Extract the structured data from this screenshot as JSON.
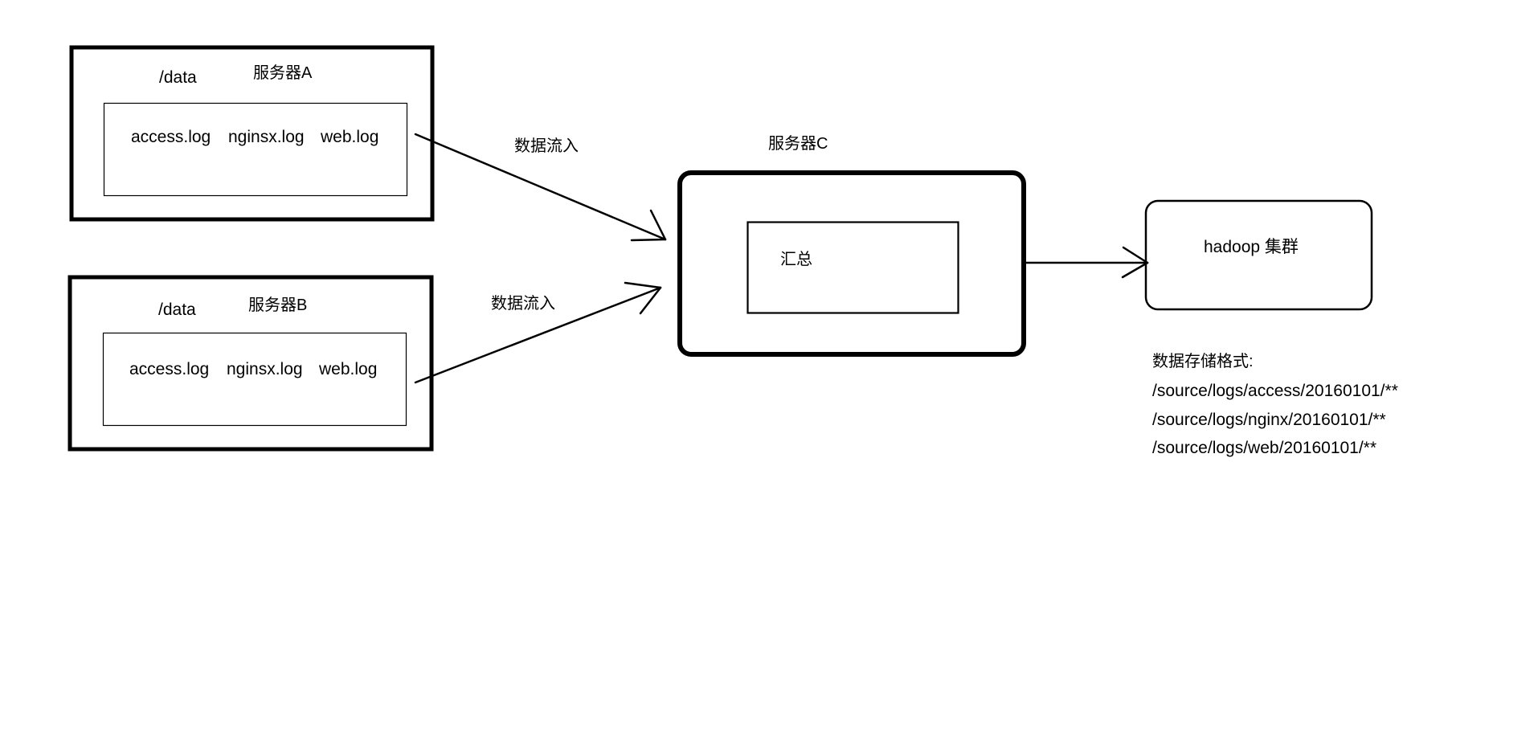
{
  "server_a": {
    "path_label": "/data",
    "title": "服务器A",
    "files": [
      "access.log",
      "nginsx.log",
      "web.log"
    ]
  },
  "server_b": {
    "path_label": "/data",
    "title": "服务器B",
    "files": [
      "access.log",
      "nginsx.log",
      "web.log"
    ]
  },
  "flow_a_label": "数据流入",
  "flow_b_label": "数据流入",
  "server_c": {
    "title": "服务器C",
    "inner_label": "汇总"
  },
  "hadoop": {
    "label": "hadoop 集群"
  },
  "storage_format": {
    "title": "数据存储格式:",
    "paths": [
      "/source/logs/access/20160101/**",
      "/source/logs/nginx/20160101/**",
      "/source/logs/web/20160101/**"
    ]
  },
  "colors": {
    "stroke": "#000000",
    "background": "#ffffff"
  }
}
